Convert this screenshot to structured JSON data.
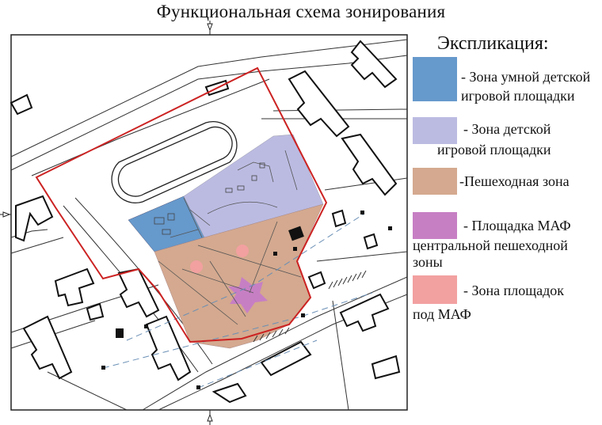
{
  "title": "Функциональная схема зонирования",
  "legend": {
    "title": "Экспликация:",
    "items": [
      {
        "label_line1": "- Зона умной детской",
        "label_line2": "игровой площадки",
        "color": "#6699cc"
      },
      {
        "label_line1": "- Зона детской",
        "label_line2": "игровой площадки",
        "color": "#bbbbe2"
      },
      {
        "label_line1": "-Пешеходная зона",
        "label_line2": "",
        "color": "#d4a98f"
      },
      {
        "label_line1": "- Площадка МАФ",
        "label_line2": "центральной пешеходной",
        "label_line3": "зоны",
        "color": "#c77fc4"
      },
      {
        "label_line1": "- Зона площадок",
        "label_line2": "под МАФ",
        "color": "#f2a0a0"
      }
    ]
  },
  "colors": {
    "boundary": "#cc2222",
    "building_fill": "#ffffff",
    "building_stroke": "#111111",
    "road_stroke": "#333333",
    "axis_line": "#6a8fb5"
  }
}
